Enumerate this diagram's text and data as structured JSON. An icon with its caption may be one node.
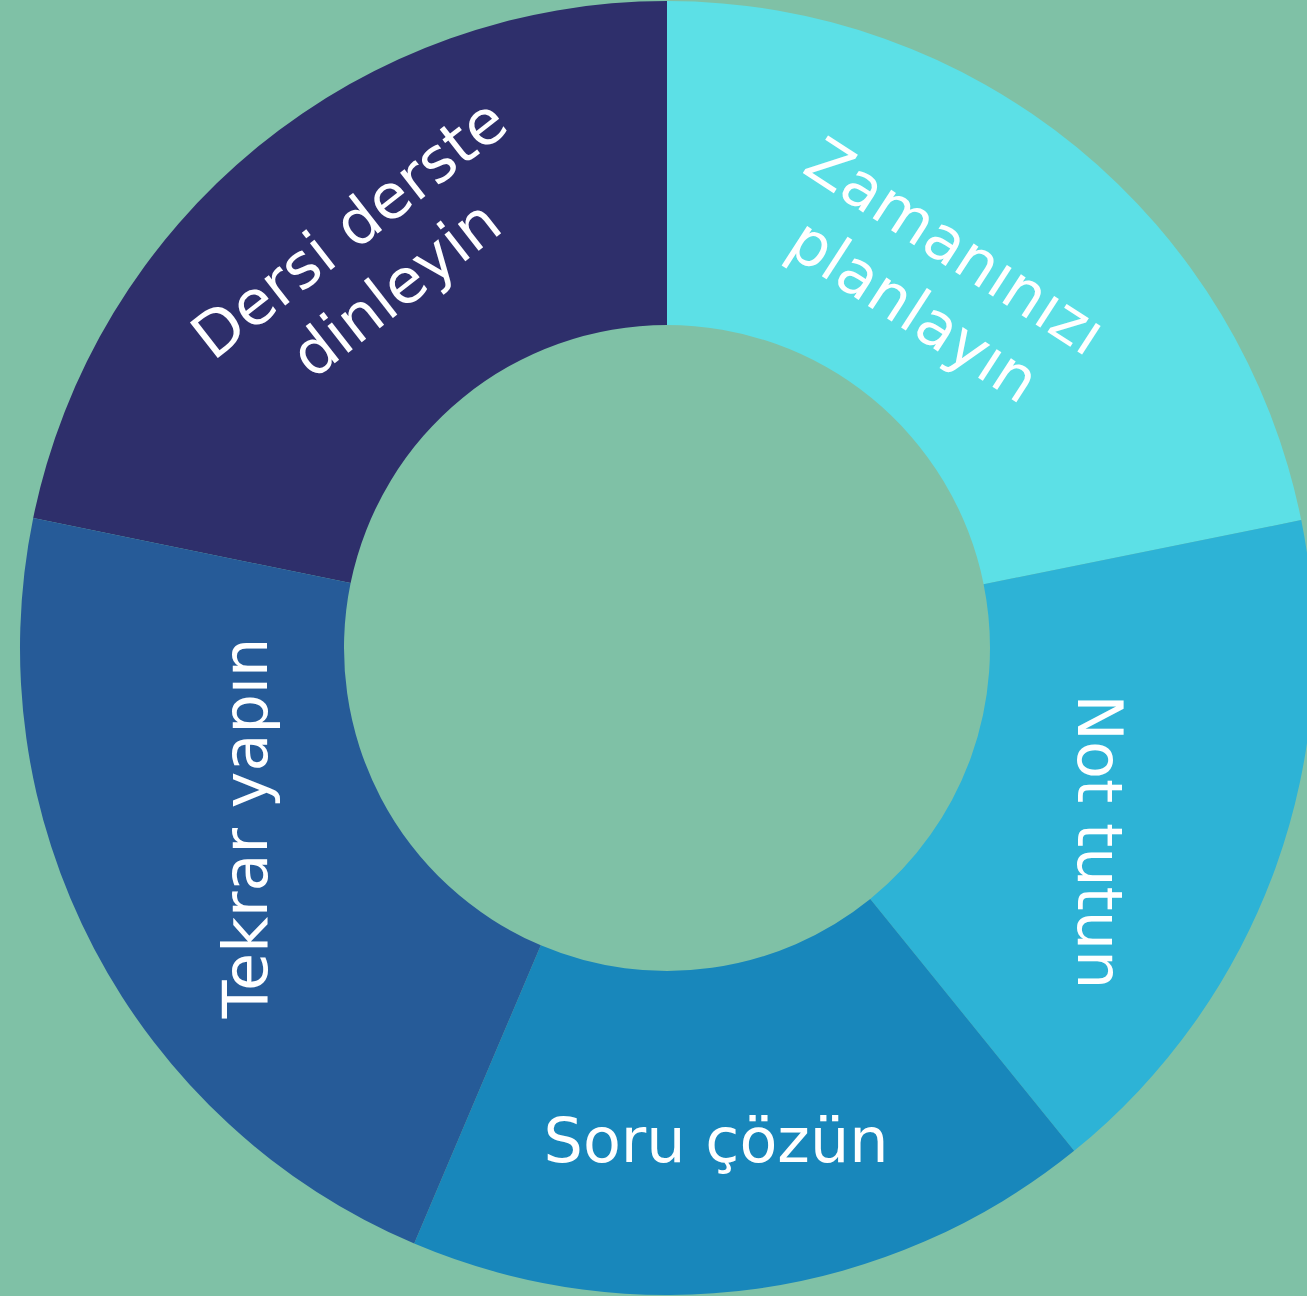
{
  "diagram": {
    "nodes": [
      {
        "text": [
          "Dersi derste dinleyin"
        ]
      },
      {
        "text": [
          "Zamanınızı planlayın"
        ]
      },
      {
        "text": [
          "Not tutun"
        ]
      },
      {
        "text": [
          "Soru çözün"
        ]
      },
      {
        "text": [
          "Tekrar yapın"
        ]
      }
    ]
  }
}
